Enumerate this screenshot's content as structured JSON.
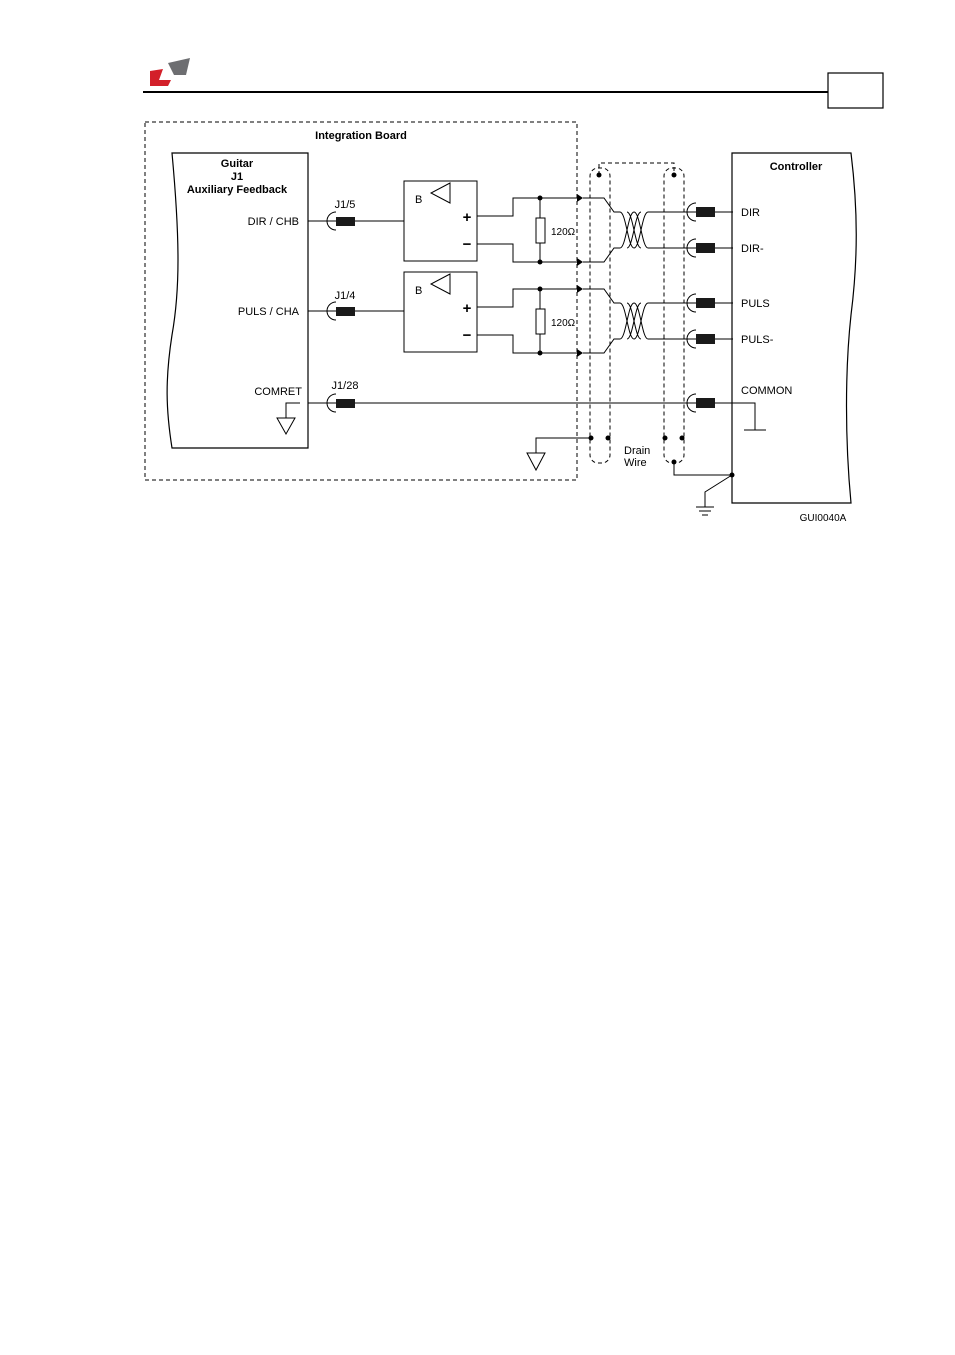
{
  "header": {
    "page_number": "",
    "brand_colors": {
      "red": "#d3202a",
      "gray": "#6d6e71"
    }
  },
  "diagram": {
    "integration_board_title": "Integration Board",
    "guitar_block": {
      "line1": "Guitar",
      "line2": "J1",
      "line3": "Auxiliary Feedback"
    },
    "guitar_signals": {
      "dir": "DIR / CHB",
      "puls": "PULS / CHA",
      "comret": "COMRET"
    },
    "connectors": {
      "dir": "J1/5",
      "puls": "J1/4",
      "comret": "J1/28"
    },
    "receiver": {
      "label": "B",
      "plus": "+",
      "minus": "−"
    },
    "resistor": "120Ω",
    "controller_title": "Controller",
    "controller_signals": {
      "dir": "DIR",
      "dir_n": "DIR-",
      "puls": "PULS",
      "puls_n": "PULS-",
      "common": "COMMON"
    },
    "drain_wire": {
      "line1": "Drain",
      "line2": "Wire"
    },
    "figure_id": "GUI0040A"
  }
}
